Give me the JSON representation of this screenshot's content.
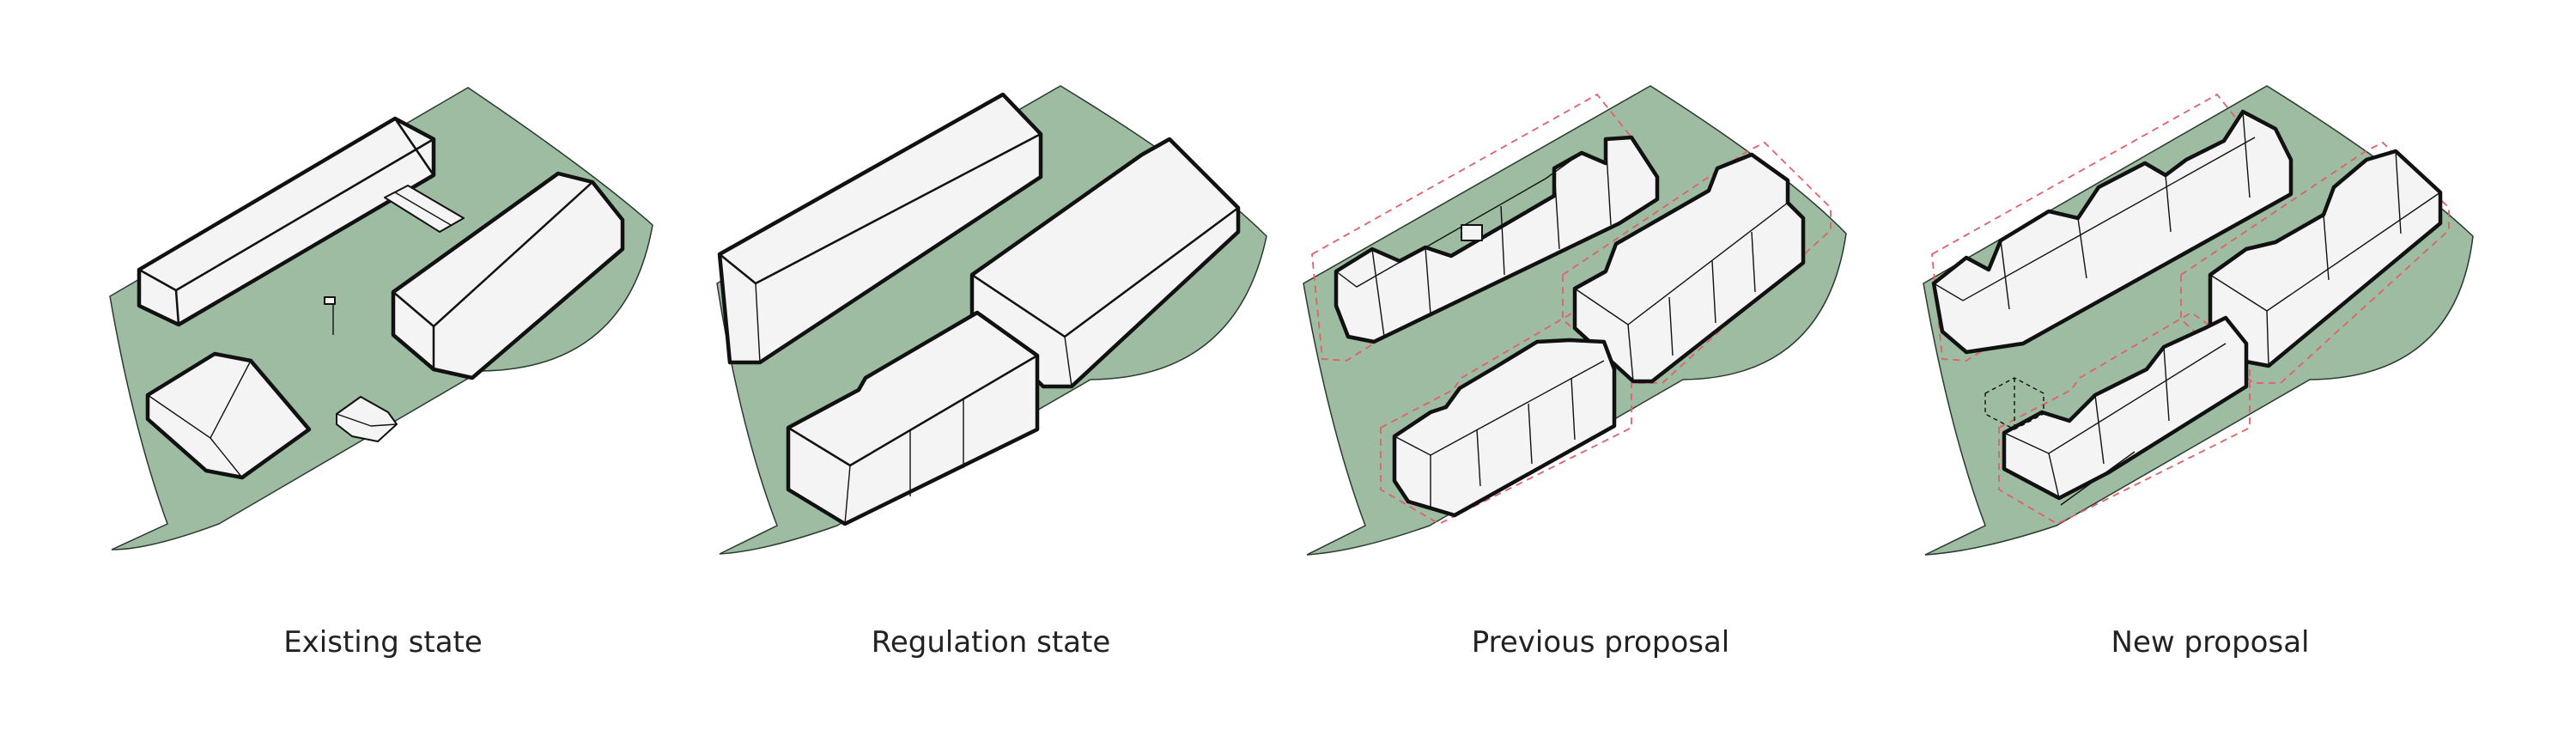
{
  "colors": {
    "site": "#9dbca1",
    "site_outline": "#2b3a2e",
    "building_fill": "#f4f4f4",
    "building_stroke": "#111111",
    "regulation_outline": "#e0606a"
  },
  "panels": [
    {
      "caption": "Existing state"
    },
    {
      "caption": "Regulation state"
    },
    {
      "caption": "Previous proposal"
    },
    {
      "caption": "New proposal"
    }
  ]
}
